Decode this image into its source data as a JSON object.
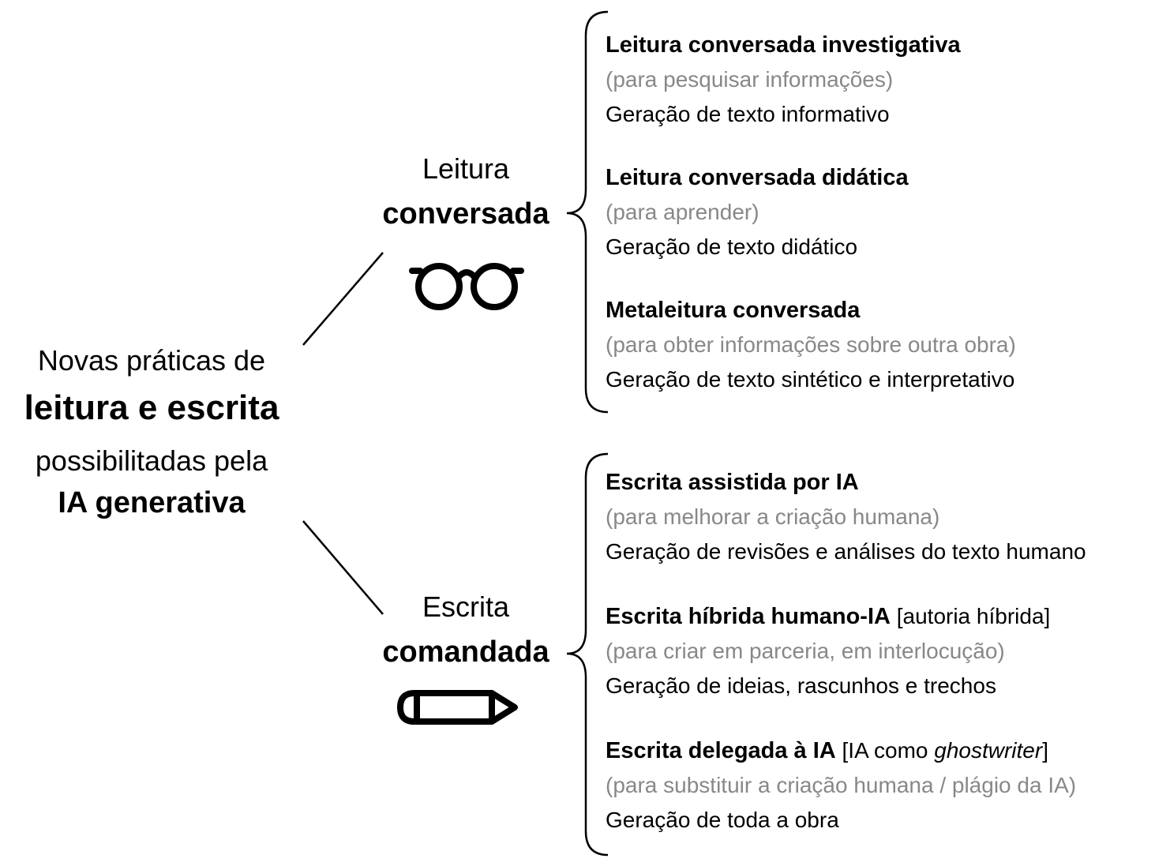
{
  "root": {
    "line1": "Novas práticas de",
    "line2": "leitura e escrita",
    "line3": "possibilitadas pela",
    "line4": "IA generativa"
  },
  "branches": [
    {
      "line1": "Leitura",
      "line2": "conversada",
      "icon": "glasses-icon",
      "items": [
        {
          "title": "Leitura conversada investigativa",
          "purpose": "(para pesquisar informações)",
          "output": "Geração de texto informativo"
        },
        {
          "title": "Leitura conversada didática",
          "purpose": "(para aprender)",
          "output": "Geração de texto didático"
        },
        {
          "title": "Metaleitura conversada",
          "purpose": "(para obter informações sobre outra obra)",
          "output": "Geração de texto sintético e interpretativo"
        }
      ]
    },
    {
      "line1": "Escrita",
      "line2": "comandada",
      "icon": "pencil-icon",
      "items": [
        {
          "title": "Escrita assistida por IA",
          "purpose": "(para melhorar a criação humana)",
          "output": "Geração de revisões e análises do texto humano"
        },
        {
          "title": "Escrita híbrida humano-IA",
          "note": "[autoria híbrida]",
          "purpose": "(para criar em parceria, em interlocução)",
          "output": "Geração de ideias, rascunhos e trechos"
        },
        {
          "title": "Escrita delegada à IA",
          "note_pre": "[IA como ",
          "note_em": "ghostwriter",
          "note_post": "]",
          "purpose": "(para substituir a criação humana / plágio da IA)",
          "output": "Geração de toda a obra"
        }
      ]
    }
  ]
}
